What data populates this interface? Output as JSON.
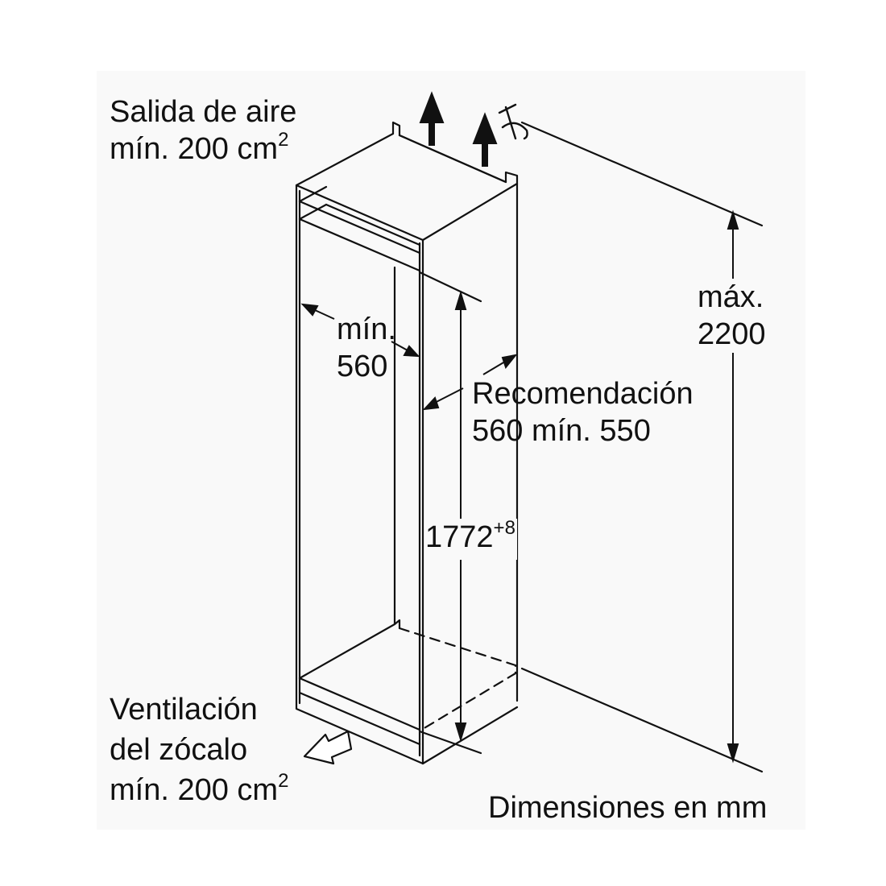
{
  "labels": {
    "air_outlet_title": "Salida de aire",
    "air_outlet_min": "mín. 200 cm",
    "air_outlet_exp": "2",
    "inner_width_min": "mín.",
    "inner_width_val": "560",
    "depth_title": "Recomendación",
    "depth_values": "560 mín. 550",
    "niche_height": "1772",
    "niche_height_tol": "+8",
    "max_height_label": "máx.",
    "max_height_val": "2200",
    "plinth_vent_line1": "Ventilación",
    "plinth_vent_line2": "del zócalo",
    "plinth_vent_min": "mín. 200 cm",
    "plinth_vent_exp": "2",
    "units_note": "Dimensiones en mm"
  },
  "colors": {
    "line": "#111111",
    "panel": "#f9f9f9",
    "background": "#ffffff"
  }
}
